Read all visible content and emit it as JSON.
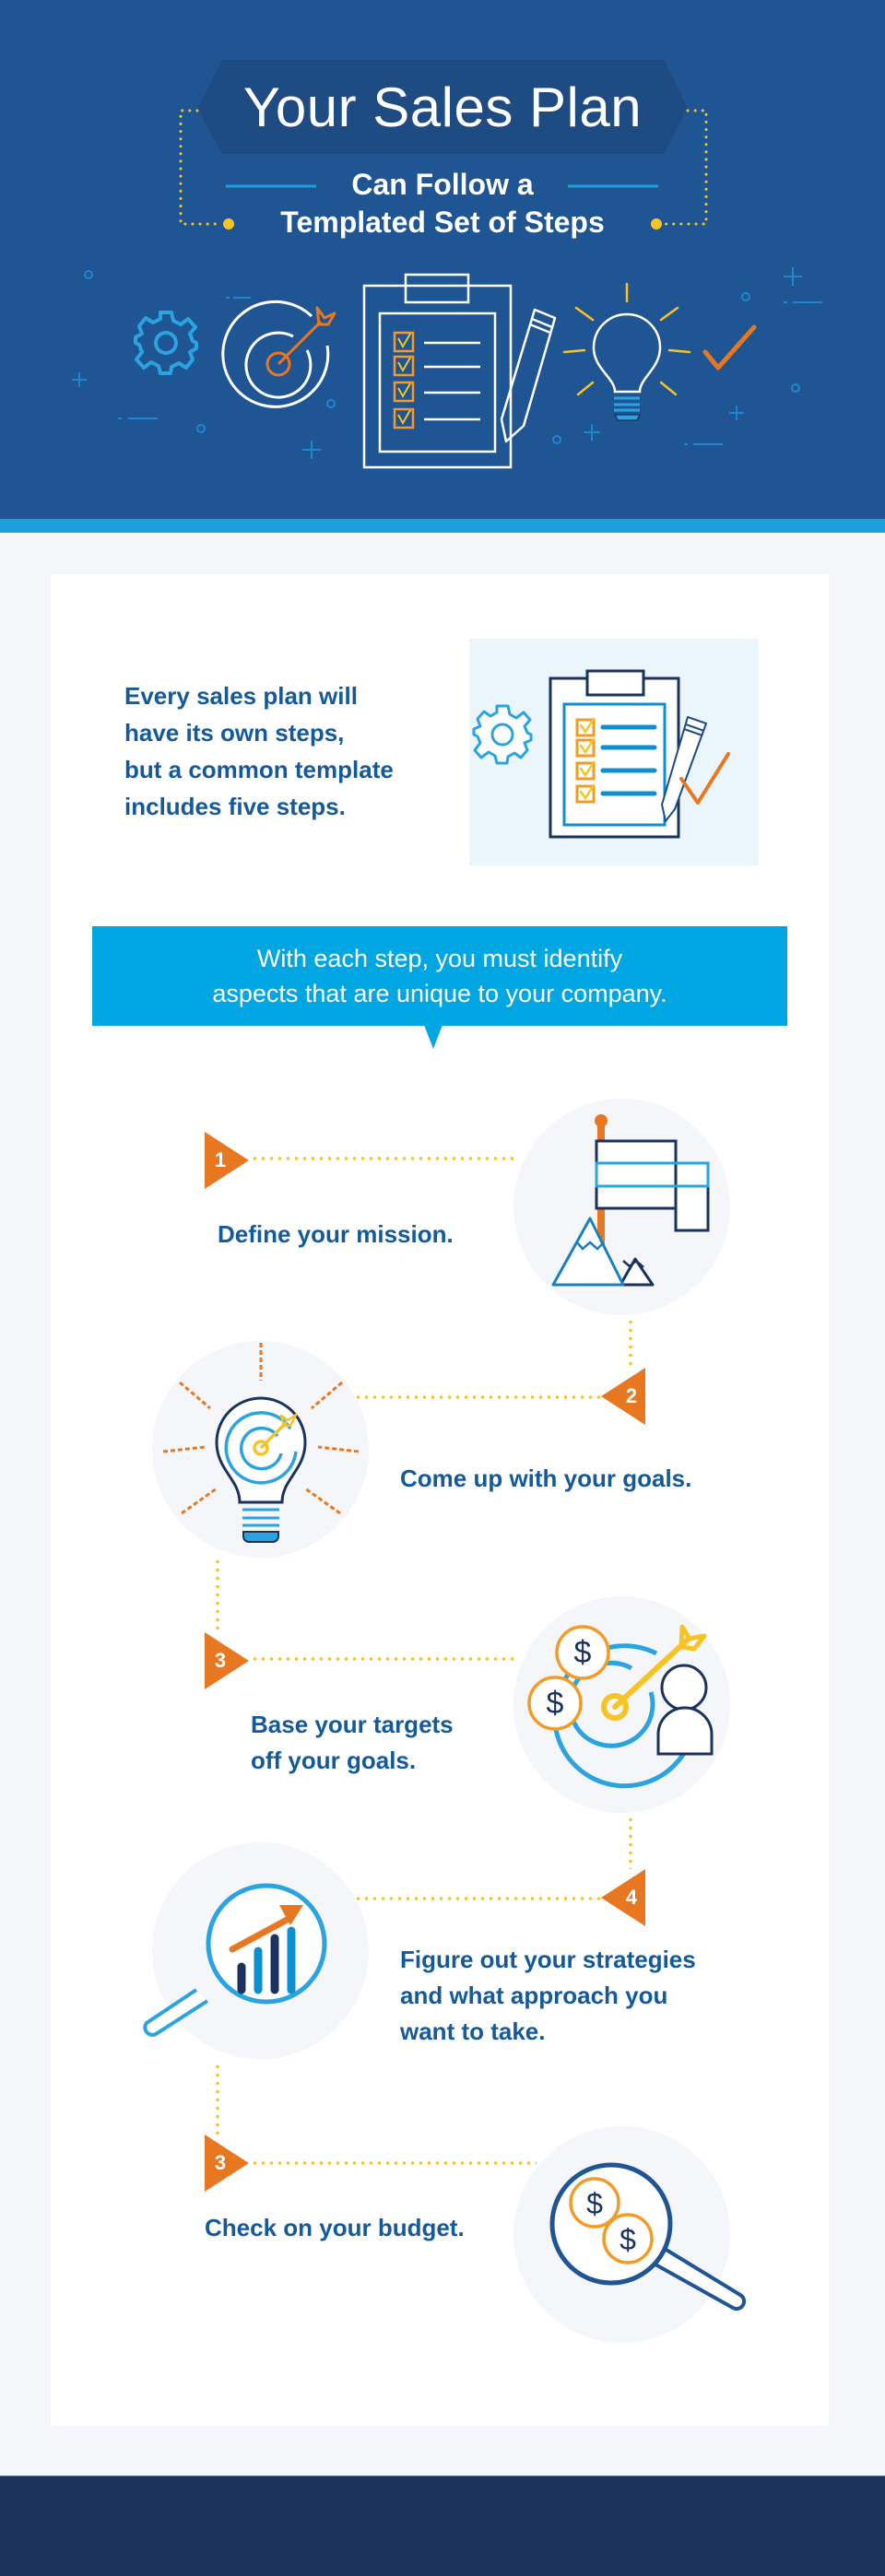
{
  "header": {
    "title": "Your Sales Plan",
    "subtitle_line1": "Can Follow a",
    "subtitle_line2": "Templated Set of Steps",
    "icons": [
      "gear-icon",
      "target-icon",
      "clipboard-checklist-icon",
      "pencil-icon",
      "lightbulb-icon",
      "checkmark-icon"
    ]
  },
  "intro": {
    "lines": [
      "Every sales plan will",
      "have its own steps,",
      "but a common template",
      "includes five steps."
    ],
    "illustration": "clipboard-checklist-with-gear-and-pencil"
  },
  "callout": {
    "line1": "With each step, you must identify",
    "line2": "aspects that are unique to your company."
  },
  "steps": [
    {
      "number": "1",
      "lines": [
        "Define your mission."
      ],
      "icon": "flag-mountain-icon"
    },
    {
      "number": "2",
      "lines": [
        "Come up with your goals."
      ],
      "icon": "lightbulb-target-icon"
    },
    {
      "number": "3",
      "lines": [
        "Base your targets",
        "off your goals."
      ],
      "icon": "target-money-person-icon"
    },
    {
      "number": "4",
      "lines": [
        "Figure out your strategies",
        "and what approach you",
        "want to take."
      ],
      "icon": "magnifier-chart-icon"
    },
    {
      "number": "3",
      "lines": [
        "Check on your budget."
      ],
      "icon": "magnifier-money-icon"
    }
  ],
  "colors": {
    "header_bg": "#1f5593",
    "title_banner": "#1d4b82",
    "accent_stripe": "#1e9fdb",
    "callout_bg": "#00a6e2",
    "text_blue": "#145a9b",
    "badge_orange": "#e87722",
    "dots_yellow": "#f7c325",
    "footer_bg": "#1b325d",
    "page_bg": "#f4f6f9"
  }
}
